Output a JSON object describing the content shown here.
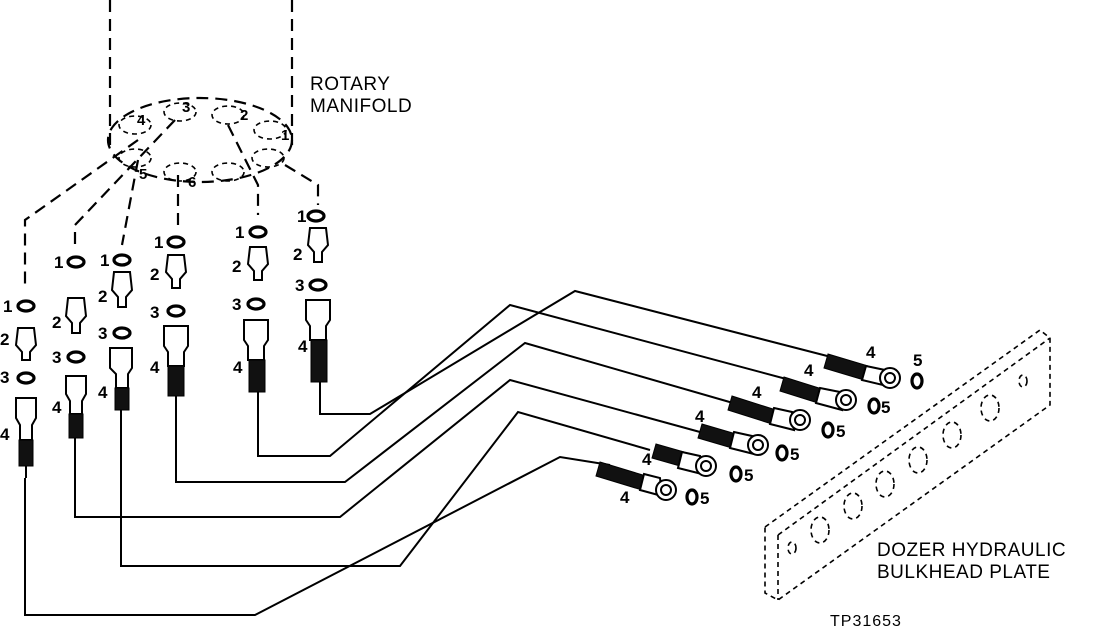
{
  "labels": {
    "rotary_manifold_line1": "ROTARY",
    "rotary_manifold_line2": "MANIFOLD",
    "bulkhead_line1": "DOZER HYDRAULIC",
    "bulkhead_line2": "BULKHEAD PLATE",
    "figure_id": "TP31653"
  },
  "manifold_port_numbers": [
    "4",
    "3",
    "2",
    "1",
    "5",
    "6"
  ],
  "column_part_numbers": [
    "1",
    "2",
    "3",
    "4"
  ],
  "bulkhead_part_numbers": [
    "4",
    "5"
  ]
}
